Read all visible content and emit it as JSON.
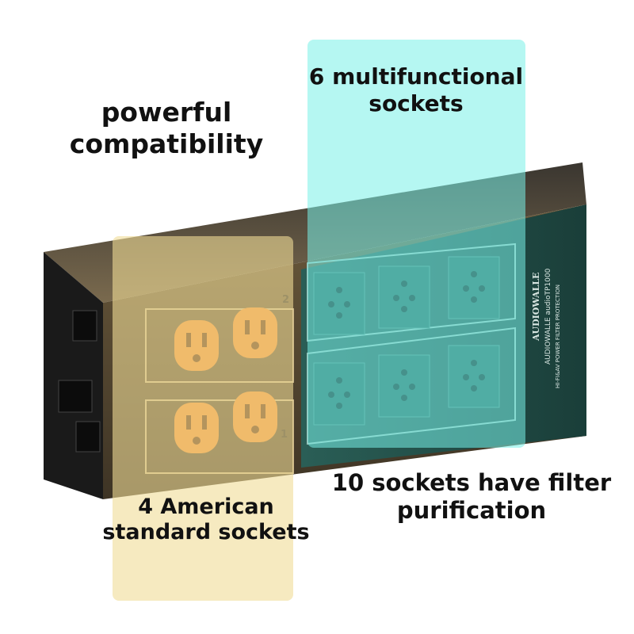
{
  "captions": {
    "compatibility": [
      "powerful",
      "compatibility"
    ],
    "multifunctional": [
      "6 multifunctional",
      "sockets"
    ],
    "american": [
      "4 American",
      "standard sockets"
    ],
    "filter": [
      "10 sockets have filter",
      "purification"
    ]
  },
  "device": {
    "brand": "AUDIOWALLE",
    "model": "AUDIOWALLE audioTP1000",
    "subtitle": "HI-FI&AV POWER FILTER PROTECTION",
    "panel_number_top": "2",
    "panel_number_bottom": "1",
    "american_sockets": 4,
    "universal_sockets": 6
  },
  "colors": {
    "orange_socket": "#f08a2c",
    "green_socket": "#1f5b52",
    "cyan_overlay": "#78f0e8",
    "yellow_overlay": "#f0dc96",
    "bronze_body": "#5a4a32"
  }
}
